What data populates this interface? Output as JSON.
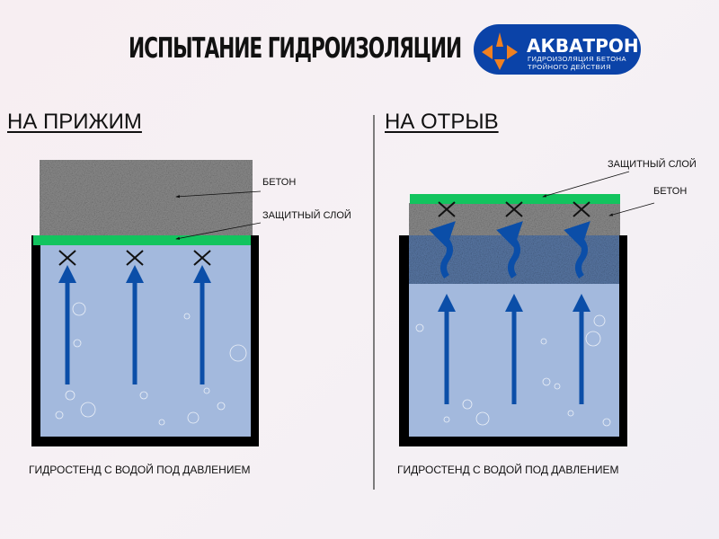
{
  "title": "ИСПЫТАНИЕ ГИДРОИЗОЛЯЦИИ",
  "logo": {
    "brand": "АКВАТРОН",
    "tagline_1": "ГИДРОИЗОЛЯЦИЯ БЕТОНА",
    "tagline_2": "ТРОЙНОГО ДЕЙСТВИЯ",
    "color": "#0b43a8",
    "accent": "#f08020"
  },
  "left": {
    "heading": "НА ПРИЖИМ",
    "label_concrete": "БЕТОН",
    "label_layer": "ЗАЩИТНЫЙ СЛОЙ",
    "caption": "ГИДРОСТЕНД С ВОДОЙ ПОД ДАВЛЕНИЕМ"
  },
  "right": {
    "heading": "НА ОТРЫВ",
    "label_layer": "ЗАЩИТНЫЙ СЛОЙ",
    "label_concrete": "БЕТОН",
    "caption": "ГИДРОСТЕНД С ВОДОЙ ПОД ДАВЛЕНИЕМ"
  },
  "colors": {
    "water": "#a3b9dd",
    "arrow": "#0b4ea8",
    "layer": "#12c45e",
    "concrete": "#8f8f8f",
    "wall": "#000000"
  }
}
